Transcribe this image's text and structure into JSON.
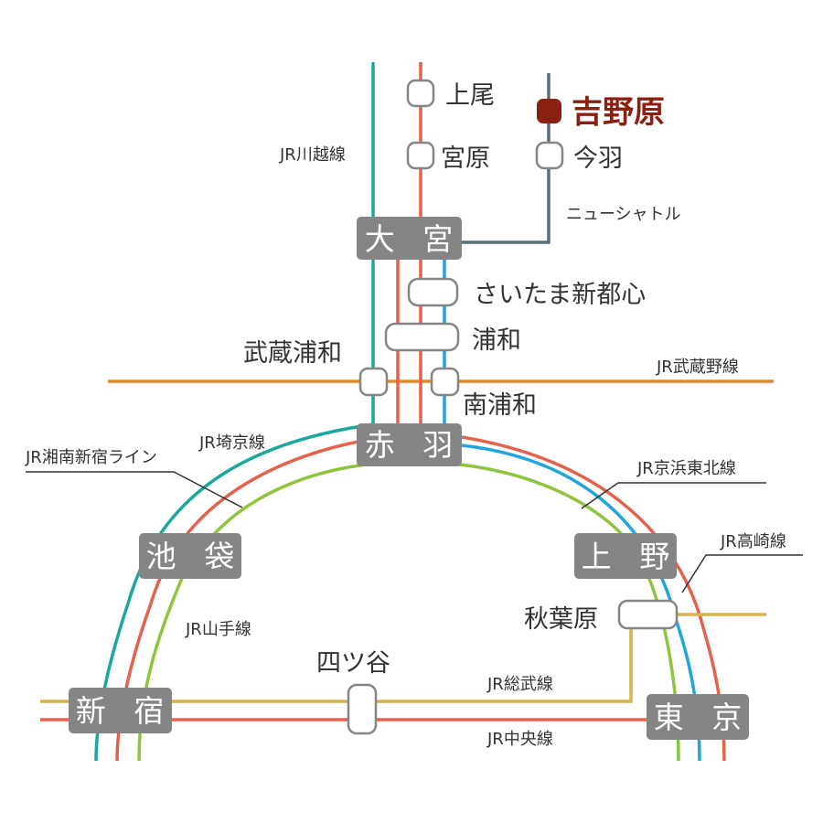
{
  "colors": {
    "jr_kawagoe": "#1aa89c",
    "jr_saikyo": "#1aa89c",
    "jr_shonan_shinjuku": "#e4624b",
    "jr_takasaki": "#e4624b",
    "jr_keihin_tohoku": "#22a4dd",
    "jr_yamanote": "#8fc43e",
    "jr_musashino": "#e08a2a",
    "jr_sobu": "#d9b24a",
    "jr_chuo": "#e4624b",
    "new_shuttle": "#5a6e78",
    "hub_box": "#858585",
    "destination": "#8b2012",
    "text": "#333333"
  },
  "hubs": {
    "omiya": "大 宮",
    "akabane": "赤 羽",
    "ikebukuro": "池 袋",
    "ueno": "上 野",
    "shinjuku": "新 宿",
    "tokyo": "東 京"
  },
  "stations": {
    "ageo": "上尾",
    "miyahara": "宮原",
    "yoshinohara": "吉野原",
    "imahane": "今羽",
    "saitama_shintoshin": "さいたま新都心",
    "urawa": "浦和",
    "musashi_urawa": "武蔵浦和",
    "minami_urawa": "南浦和",
    "akihabara": "秋葉原",
    "yotsuya": "四ツ谷"
  },
  "lines": {
    "kawagoe": "JR川越線",
    "new_shuttle": "ニューシャトル",
    "musashino": "JR武蔵野線",
    "saikyo": "JR埼京線",
    "shonan_shinjuku": "JR湘南新宿ライン",
    "keihin_tohoku": "JR京浜東北線",
    "takasaki": "JR高崎線",
    "yamanote": "JR山手線",
    "sobu": "JR総武線",
    "chuo": "JR中央線"
  }
}
